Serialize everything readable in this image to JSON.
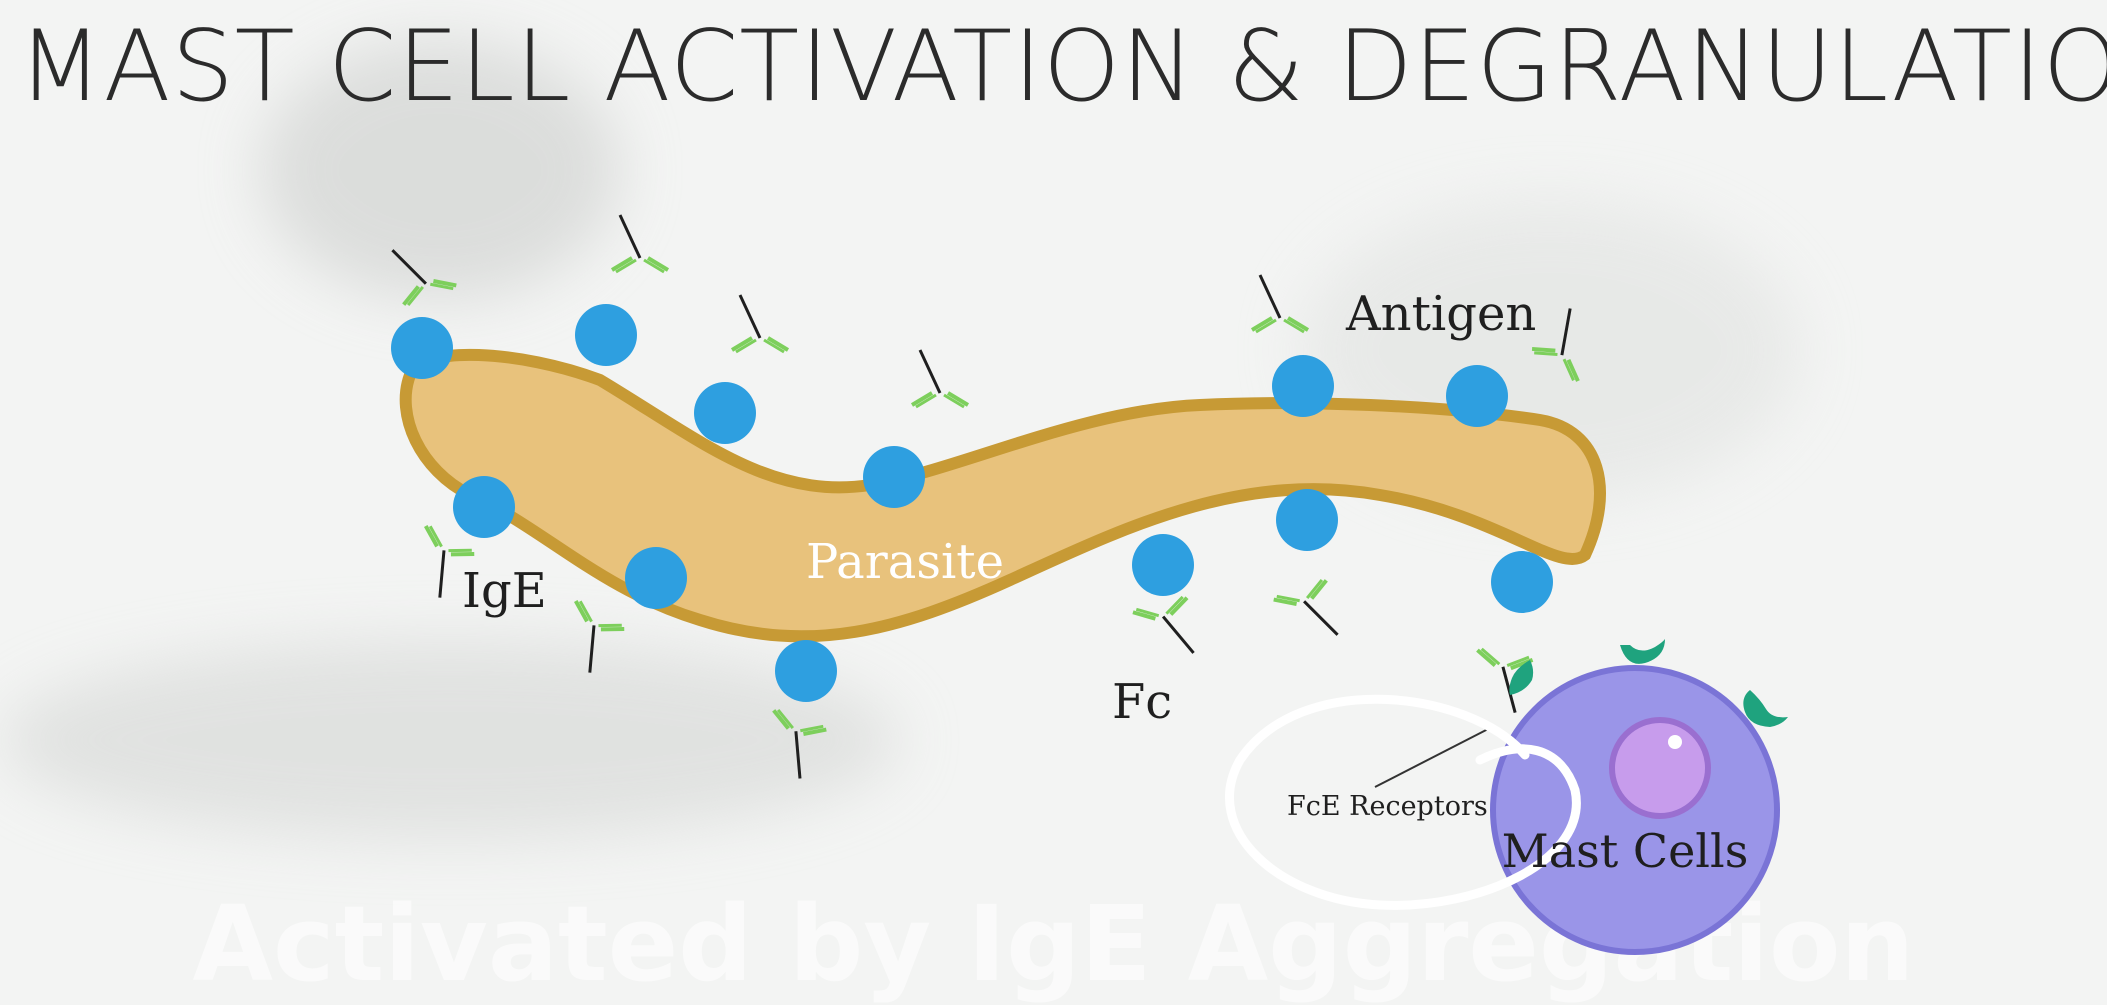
{
  "title": "MAST CELL ACTIVATION & DEGRANULATION",
  "subtitle": "Activated by IgE Aggregation",
  "labels": {
    "parasite": "Parasite",
    "antigen": "Antigen",
    "ige": "IgE",
    "fc": "Fc",
    "fce_receptors": "FcE Receptors",
    "mast_cells": "Mast Cells"
  },
  "colors": {
    "parasite_fill": "#e8c27c",
    "parasite_outline": "#c79a35",
    "antigen": "#2e9fe0",
    "antibody": "#7dcf5c",
    "mast_cell": "#9a95e8",
    "nucleus": "#c79cec",
    "receptor": "#1fa37e",
    "annotation": "#ffffff"
  }
}
